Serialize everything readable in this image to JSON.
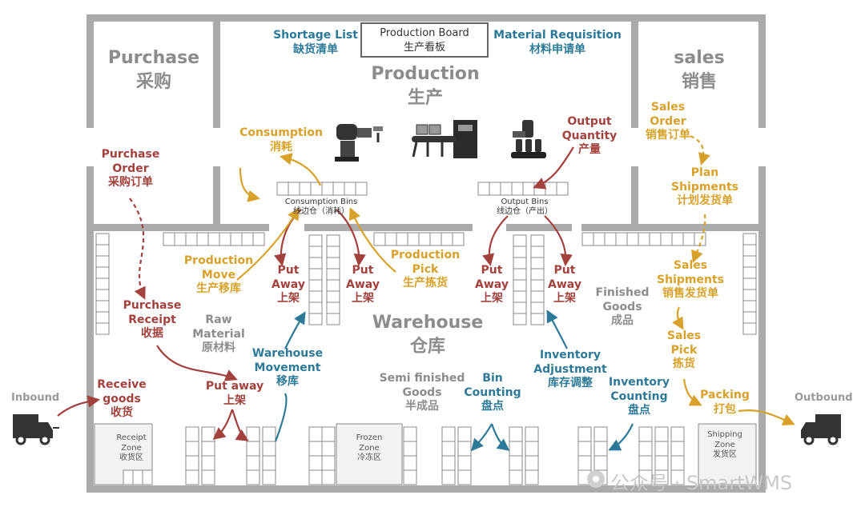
{
  "title_board": {
    "en": "Production Board",
    "zh": "生产看板"
  },
  "departments": {
    "purchase": {
      "en": "Purchase",
      "zh": "采购"
    },
    "production": {
      "en": "Production",
      "zh": "生产"
    },
    "sales": {
      "en": "sales",
      "zh": "销售"
    },
    "warehouse": {
      "en": "Warehouse",
      "zh": "仓库"
    }
  },
  "labels": {
    "shortage_list": {
      "en": "Shortage List",
      "zh": "缺货清单"
    },
    "material_requisition": {
      "en": "Material Requisition",
      "zh": "材料申请单"
    },
    "consumption": {
      "en": "Consumption",
      "zh": "消耗"
    },
    "output_quantity": {
      "en1": "Output",
      "en2": "Quantity",
      "zh": "产量"
    },
    "purchase_order": {
      "en1": "Purchase",
      "en2": "Order",
      "zh": "采购订单"
    },
    "sales_order": {
      "en1": "Sales",
      "en2": "Order",
      "zh": "销售订单"
    },
    "plan_shipments": {
      "en1": "Plan",
      "en2": "Shipments",
      "zh": "计划发货单"
    },
    "consumption_bins": {
      "en": "Consumption Bins",
      "zh": "线边仓（消耗）"
    },
    "output_bins": {
      "en": "Output Bins",
      "zh": "线边仓（产出）"
    },
    "production_move": {
      "en1": "Production",
      "en2": "Move",
      "zh": "生产移库"
    },
    "put_away_1": {
      "en1": "Put",
      "en2": "Away",
      "zh": "上架"
    },
    "put_away_2": {
      "en1": "Put",
      "en2": "Away",
      "zh": "上架"
    },
    "production_pick": {
      "en1": "Production",
      "en2": "Pick",
      "zh": "生产拣货"
    },
    "put_away_3": {
      "en1": "Put",
      "en2": "Away",
      "zh": "上架"
    },
    "put_away_4": {
      "en1": "Put",
      "en2": "Away",
      "zh": "上架"
    },
    "finished_goods": {
      "en1": "Finished",
      "en2": "Goods",
      "zh": "成品"
    },
    "sales_shipments": {
      "en1": "Sales",
      "en2": "Shipments",
      "zh": "销售发货单"
    },
    "purchase_receipt": {
      "en1": "Purchase",
      "en2": "Receipt",
      "zh": "收据"
    },
    "raw_material": {
      "en1": "Raw",
      "en2": "Material",
      "zh": "原材料"
    },
    "warehouse_movement": {
      "en1": "Warehouse",
      "en2": "Movement",
      "zh": "移库"
    },
    "inventory_adjustment": {
      "en1": "Inventory",
      "en2": "Adjustment",
      "zh": "库存调整"
    },
    "sales_pick": {
      "en1": "Sales",
      "en2": "Pick",
      "zh": "拣货"
    },
    "receive_goods": {
      "en1": "Receive",
      "en2": "goods",
      "zh": "收货"
    },
    "put_away_5": {
      "en": "Put away",
      "zh": "上架"
    },
    "semi_finished": {
      "en1": "Semi finished",
      "en2": "Goods",
      "zh": "半成品"
    },
    "bin_counting": {
      "en1": "Bin",
      "en2": "Counting",
      "zh": "盘点"
    },
    "inventory_counting": {
      "en1": "Inventory",
      "en2": "Counting",
      "zh": "盘点"
    },
    "packing": {
      "en": "Packing",
      "zh": "打包"
    },
    "inbound": "Inbound",
    "outbound": "Outbound",
    "receipt_zone": {
      "l1": "Receipt",
      "l2": "Zone",
      "zh": "收货区"
    },
    "frozen_zone": {
      "l1": "Frozen",
      "l2": "Zone",
      "zh": "冷冻区"
    },
    "shipping_zone": {
      "l1": "Shipping",
      "l2": "Zone",
      "zh": "发货区"
    }
  },
  "watermark": "公众号 · SmartWMS",
  "colors": {
    "red": "#a2413d",
    "gold": "#d8a129",
    "teal": "#2d7a98",
    "wall": "#aaaaaa"
  },
  "icons": [
    "robot-arm-icon",
    "conveyor-machine-icon",
    "bottling-robot-icon",
    "truck-icon",
    "gear-icon"
  ]
}
